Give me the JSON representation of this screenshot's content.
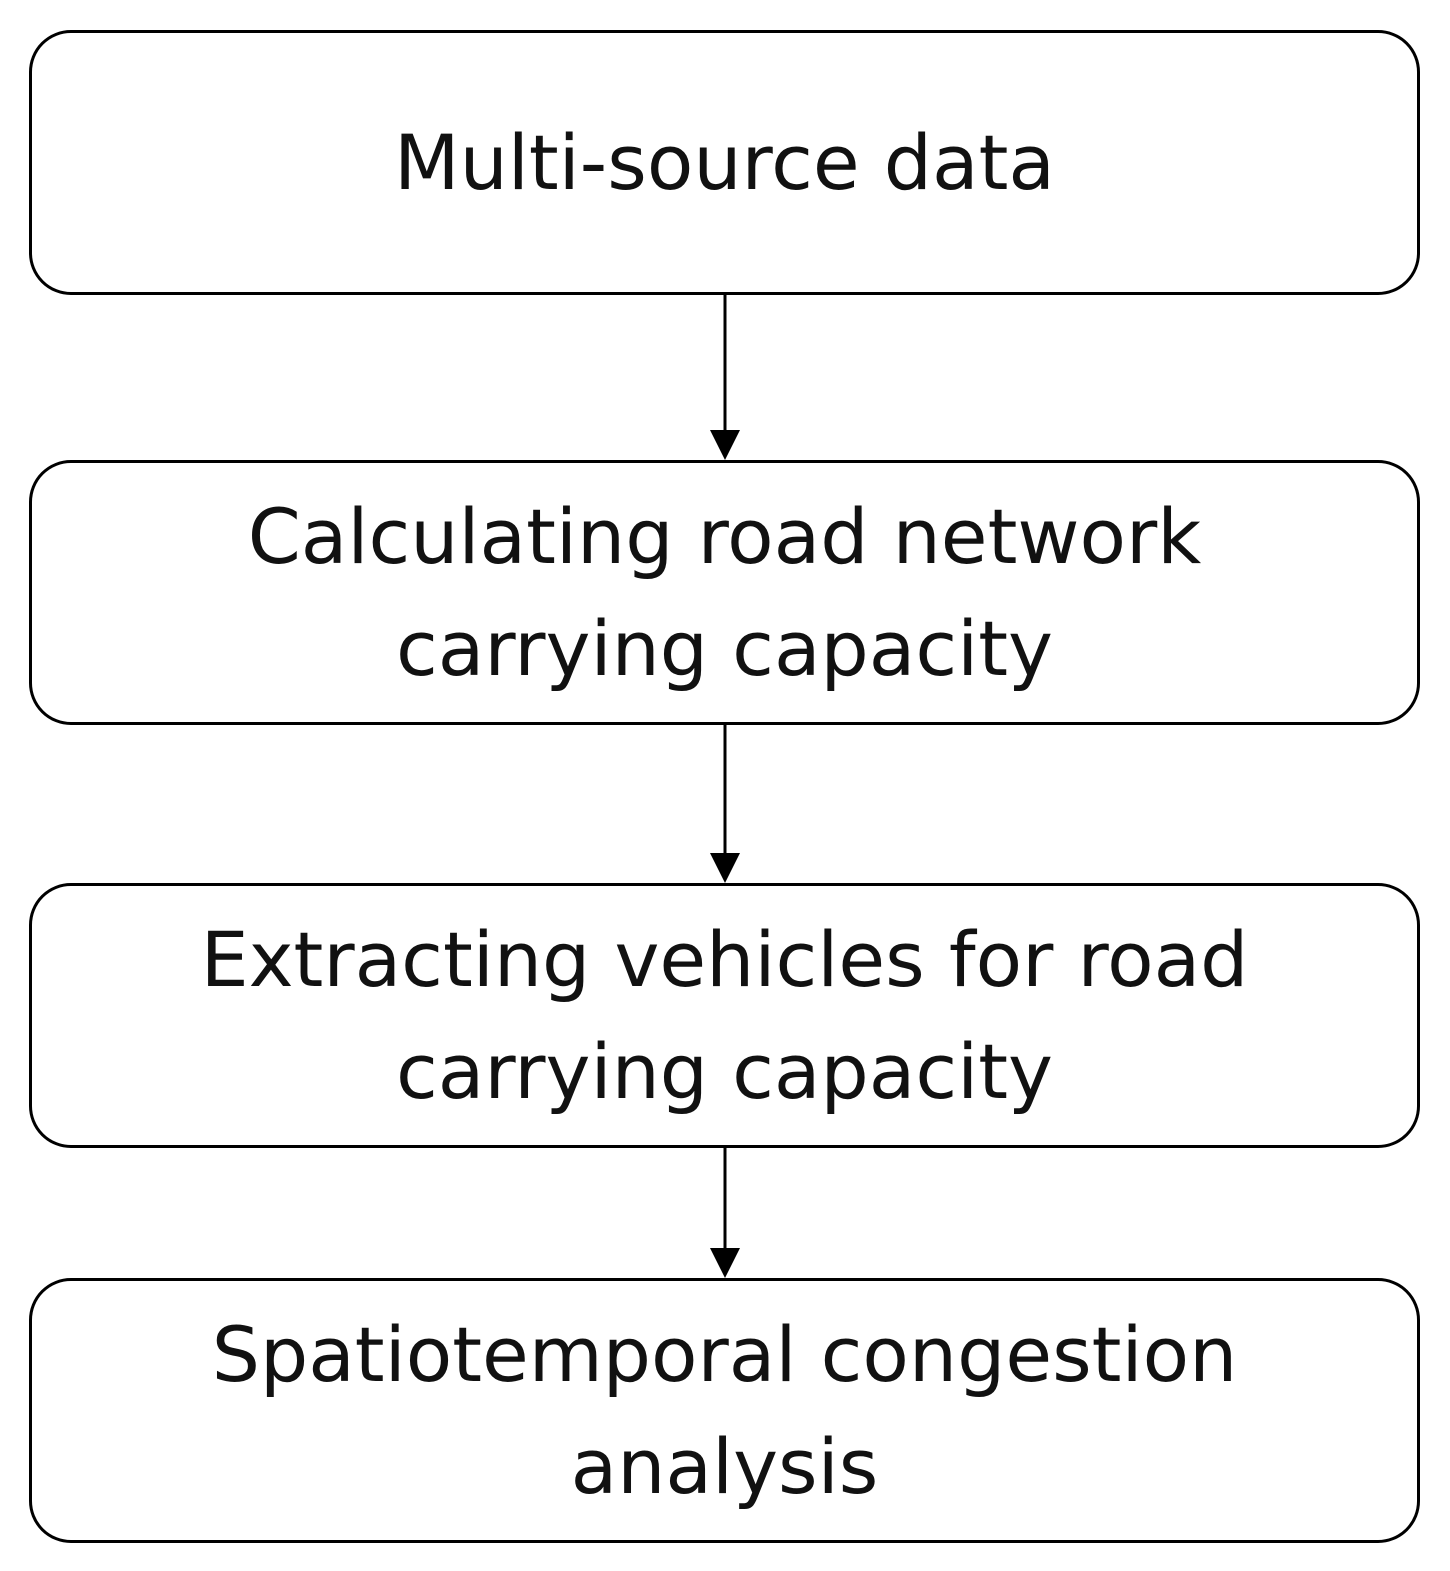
{
  "steps": [
    {
      "text": "Multi-source data"
    },
    {
      "text": "Calculating road network\ncarrying capacity"
    },
    {
      "text": "Extracting vehicles for road\ncarrying capacity"
    },
    {
      "text": "Spatiotemporal congestion\nanalysis"
    }
  ],
  "colors": {
    "stroke": "#000000",
    "text": "#111111",
    "background": "#ffffff"
  }
}
